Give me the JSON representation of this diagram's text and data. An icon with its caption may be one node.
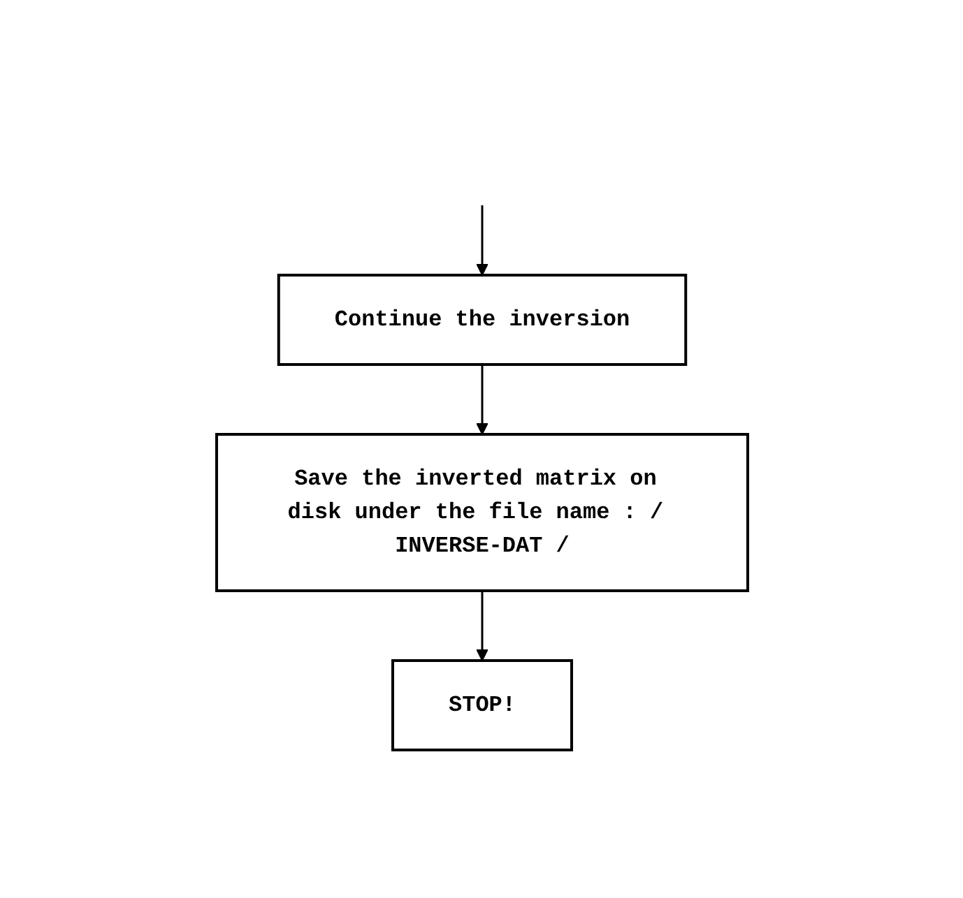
{
  "diagram": {
    "nodes": [
      {
        "text": [
          "Continue the inversion"
        ]
      },
      {
        "text": [
          "Save the inverted matrix on disk under the file name : / INVERSE-DAT /"
        ]
      },
      {
        "text": [
          "STOP!"
        ]
      }
    ],
    "edges": [
      {
        "from": null,
        "to": 0,
        "arrow": "to"
      },
      {
        "from": 0,
        "to": 1,
        "arrow": "to"
      },
      {
        "from": 1,
        "to": 2,
        "arrow": "to"
      }
    ]
  }
}
